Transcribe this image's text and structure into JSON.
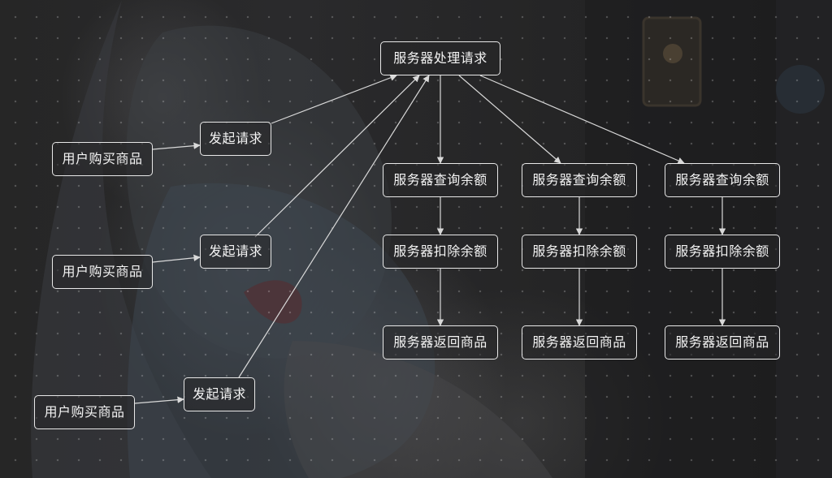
{
  "diagram": {
    "nodes": {
      "user_1": "用户购买商品",
      "user_2": "用户购买商品",
      "user_3": "用户购买商品",
      "request_1": "发起请求",
      "request_2": "发起请求",
      "request_3": "发起请求",
      "server_process": "服务器处理请求",
      "query_1": "服务器查询余额",
      "query_2": "服务器查询余额",
      "query_3": "服务器查询余额",
      "deduct_1": "服务器扣除余额",
      "deduct_2": "服务器扣除余额",
      "deduct_3": "服务器扣除余额",
      "return_1": "服务器返回商品",
      "return_2": "服务器返回商品",
      "return_3": "服务器返回商品"
    },
    "edges": [
      [
        "user_1",
        "request_1"
      ],
      [
        "user_2",
        "request_2"
      ],
      [
        "user_3",
        "request_3"
      ],
      [
        "request_1",
        "server_process"
      ],
      [
        "request_2",
        "server_process"
      ],
      [
        "request_3",
        "server_process"
      ],
      [
        "server_process",
        "query_1"
      ],
      [
        "server_process",
        "query_2"
      ],
      [
        "server_process",
        "query_3"
      ],
      [
        "query_1",
        "deduct_1"
      ],
      [
        "query_2",
        "deduct_2"
      ],
      [
        "query_3",
        "deduct_3"
      ],
      [
        "deduct_1",
        "return_1"
      ],
      [
        "deduct_2",
        "return_2"
      ],
      [
        "deduct_3",
        "return_3"
      ]
    ],
    "colors": {
      "node_border": "#e8e8e8",
      "node_text": "#f4f4f4",
      "edge": "#d9d9d9"
    }
  }
}
